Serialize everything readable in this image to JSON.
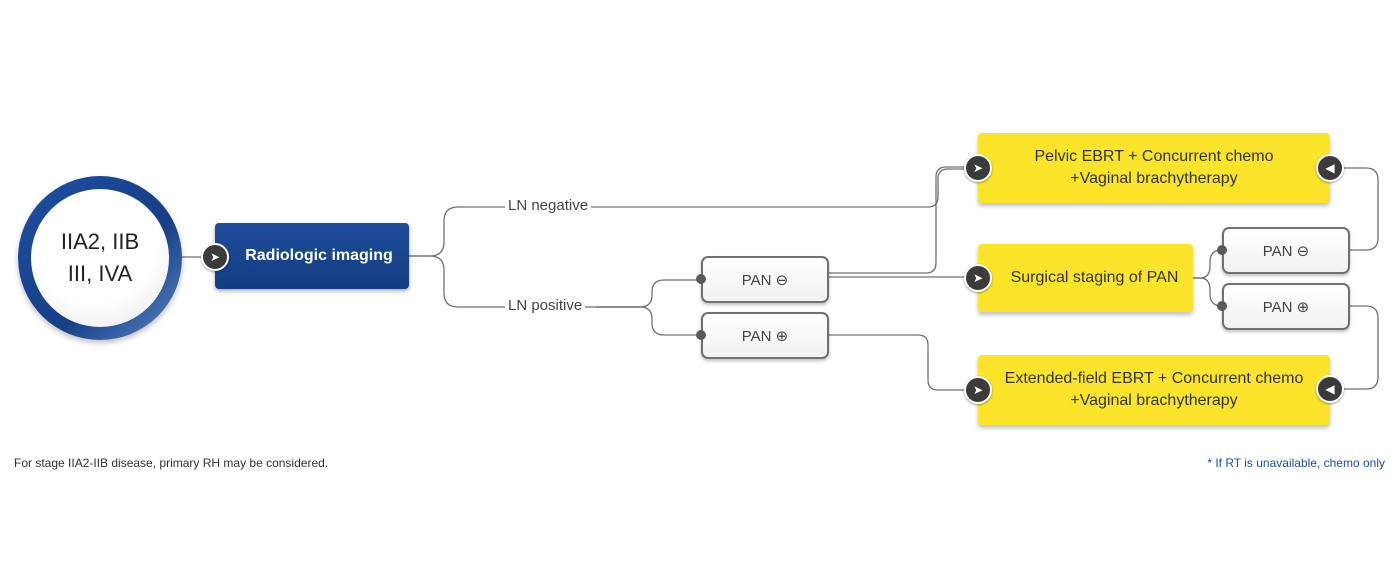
{
  "stage": {
    "line1": "IIA2, IIB",
    "line2": "III, IVA"
  },
  "imaging": {
    "label": "Radiologic imaging"
  },
  "edges": {
    "ln_negative": "LN negative",
    "ln_positive": "LN positive"
  },
  "pan_nodes": {
    "left_negative": "PAN ⊖",
    "left_positive": "PAN ⊕",
    "right_negative": "PAN ⊖",
    "right_positive": "PAN ⊕"
  },
  "treatments": {
    "pelvic_line1": "Pelvic EBRT + Concurrent chemo",
    "pelvic_line2": "+Vaginal brachytherapy",
    "surgical": "Surgical staging of PAN",
    "extended_line1": "Extended-field EBRT + Concurrent chemo",
    "extended_line2": "+Vaginal brachytherapy"
  },
  "footnotes": {
    "left": "For stage IIA2-IIB disease, primary RH may be considered.",
    "right": "* If RT is unavailable, chemo only"
  },
  "icons": {
    "arrow_right": "arrow-right-icon",
    "arrow_left": "arrow-left-icon"
  },
  "colors": {
    "accent_blue": "#1a468f",
    "treatment_yellow": "#fbe42a",
    "connector": "#5a5a5a"
  }
}
